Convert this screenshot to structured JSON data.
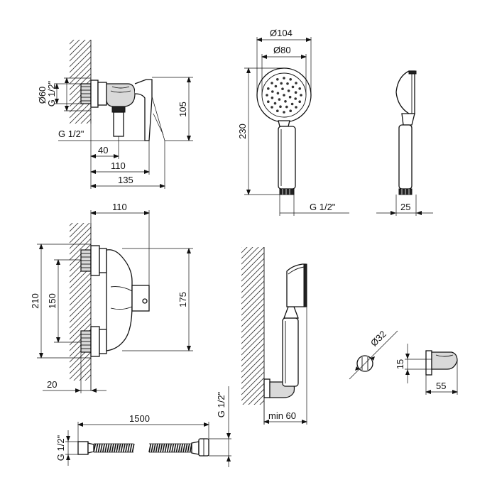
{
  "views": {
    "wall_holder": {
      "dims": {
        "diameter_60": "Ø60",
        "thread_g12": "G 1/2\"",
        "height_105": "105",
        "outlet_g12": "G 1/2\"",
        "depth_40": "40",
        "depth_110": "110",
        "depth_135": "135"
      }
    },
    "hand_shower": {
      "dims": {
        "diameter_104": "Ø104",
        "diameter_80": "Ø80",
        "length_230": "230",
        "thread_g12": "G 1/2\""
      }
    },
    "hand_shower_side": {
      "dims": {
        "thickness_25": "25"
      }
    },
    "mixer_front": {
      "dims": {
        "width_110": "110",
        "height_210": "210",
        "spacing_150": "150",
        "height_175": "175",
        "wall_20": "20"
      }
    },
    "wall_installation": {
      "dims": {
        "min_60": "min 60"
      }
    },
    "holder_detail": {
      "dims": {
        "diameter_32": "Ø32",
        "height_15": "15",
        "depth_55": "55"
      }
    },
    "hose": {
      "dims": {
        "length_1500": "1500",
        "thread_left": "G 1/2\"",
        "thread_right": "G 1/2\""
      }
    }
  }
}
